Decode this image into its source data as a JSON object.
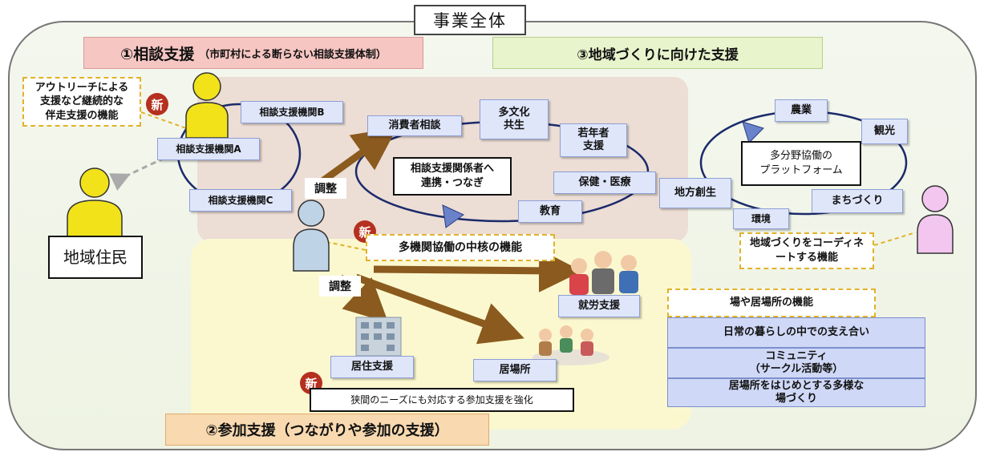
{
  "title": "事業全体",
  "banners": {
    "consult": "①相談支援",
    "consult_note": "（市町村による断らない相談支援体制）",
    "community": "③地域づくりに向けた支援",
    "participation": "②参加支援（つながりや参加の支援）"
  },
  "badge_new": "新",
  "left": {
    "outreach_l1": "アウトリーチによる",
    "outreach_l2": "支援など継続的な",
    "outreach_l3": "伴走支援の機能",
    "resident": "地域住民",
    "agency_a": "相談支援機関A",
    "agency_b": "相談支援機関B",
    "agency_c": "相談支援機関C",
    "adjust1": "調整",
    "adjust2": "調整"
  },
  "center": {
    "consumer": "消費者相談",
    "multicultural_l1": "多文化",
    "multicultural_l2": "共生",
    "youth_l1": "若年者",
    "youth_l2": "支援",
    "health": "保健・医療",
    "education": "教育",
    "hub_l1": "相談支援関係者へ",
    "hub_l2": "連携・つなぎ",
    "core": "多機関協働の中核の機能"
  },
  "participation": {
    "employment": "就労支援",
    "housing": "居住支援",
    "place": "居場所",
    "narrow_needs": "狭間のニーズにも対応する参加支援を強化"
  },
  "right": {
    "agriculture": "農業",
    "tourism": "観光",
    "platform_l1": "多分野協働の",
    "platform_l2": "プラットフォーム",
    "regional": "地方創生",
    "environment": "環境",
    "town": "まちづくり",
    "coord_l1": "地域づくりをコーディネ",
    "coord_l2": "ートする機能",
    "place_fn": "場や居場所の機能",
    "mutual": "日常の暮らしの中での支え合い",
    "community_l1": "コミュニティ",
    "community_l2": "（サークル活動等）",
    "diverse_l1": "居場所をはじめとする多様な",
    "diverse_l2": "場づくり"
  },
  "colors": {
    "consult_banner": "#f6c6c2",
    "community_banner": "#e8f4cc",
    "participation_banner": "#f8d9b0",
    "node_fill": "#dfe6fa",
    "arrow": "#8b5a1e",
    "person_yellow": "#f1e21a",
    "person_blue": "#bfd3e6",
    "person_pink": "#f2c6ee",
    "badge": "#b5301f"
  }
}
